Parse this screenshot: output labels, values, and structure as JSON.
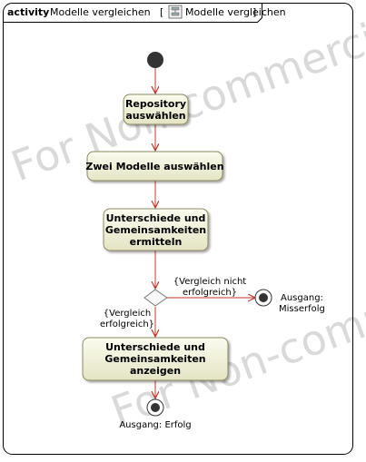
{
  "frame": {
    "keyword": "activity",
    "name": "Modelle vergleichen",
    "bracket_open": "[",
    "bracket_close": "]",
    "diagram_ref": "Modelle vergleichen",
    "diagram_icon": "activity-diagram-icon"
  },
  "watermark": {
    "text_upper": "For Non-commercial U",
    "text_lower": "For Non-comm"
  },
  "actions": [
    {
      "id": "a1",
      "lines": [
        "Repository",
        "auswählen"
      ]
    },
    {
      "id": "a2",
      "lines": [
        "Zwei Modelle auswählen"
      ]
    },
    {
      "id": "a3",
      "lines": [
        "Unterschiede und",
        "Gemeinsamkeiten",
        "ermitteln"
      ]
    },
    {
      "id": "a4",
      "lines": [
        "Unterschiede und",
        "Gemeinsamkeiten",
        "anzeigen"
      ]
    }
  ],
  "guards": {
    "failure": [
      "{Vergleich nicht",
      "erfolgreich}"
    ],
    "success": [
      "{Vergleich",
      "erfolgreich}"
    ]
  },
  "finals": {
    "failure": [
      "Ausgang:",
      "Misserfolg"
    ],
    "success": [
      "Ausgang: Erfolg"
    ]
  },
  "colors": {
    "edge": "#c0392b",
    "node_fill_top": "#fbfbef",
    "node_fill_bottom": "#e6e6c8",
    "node_stroke": "#8a8a62",
    "initial": "#333333",
    "frame_stroke": "#000000"
  }
}
